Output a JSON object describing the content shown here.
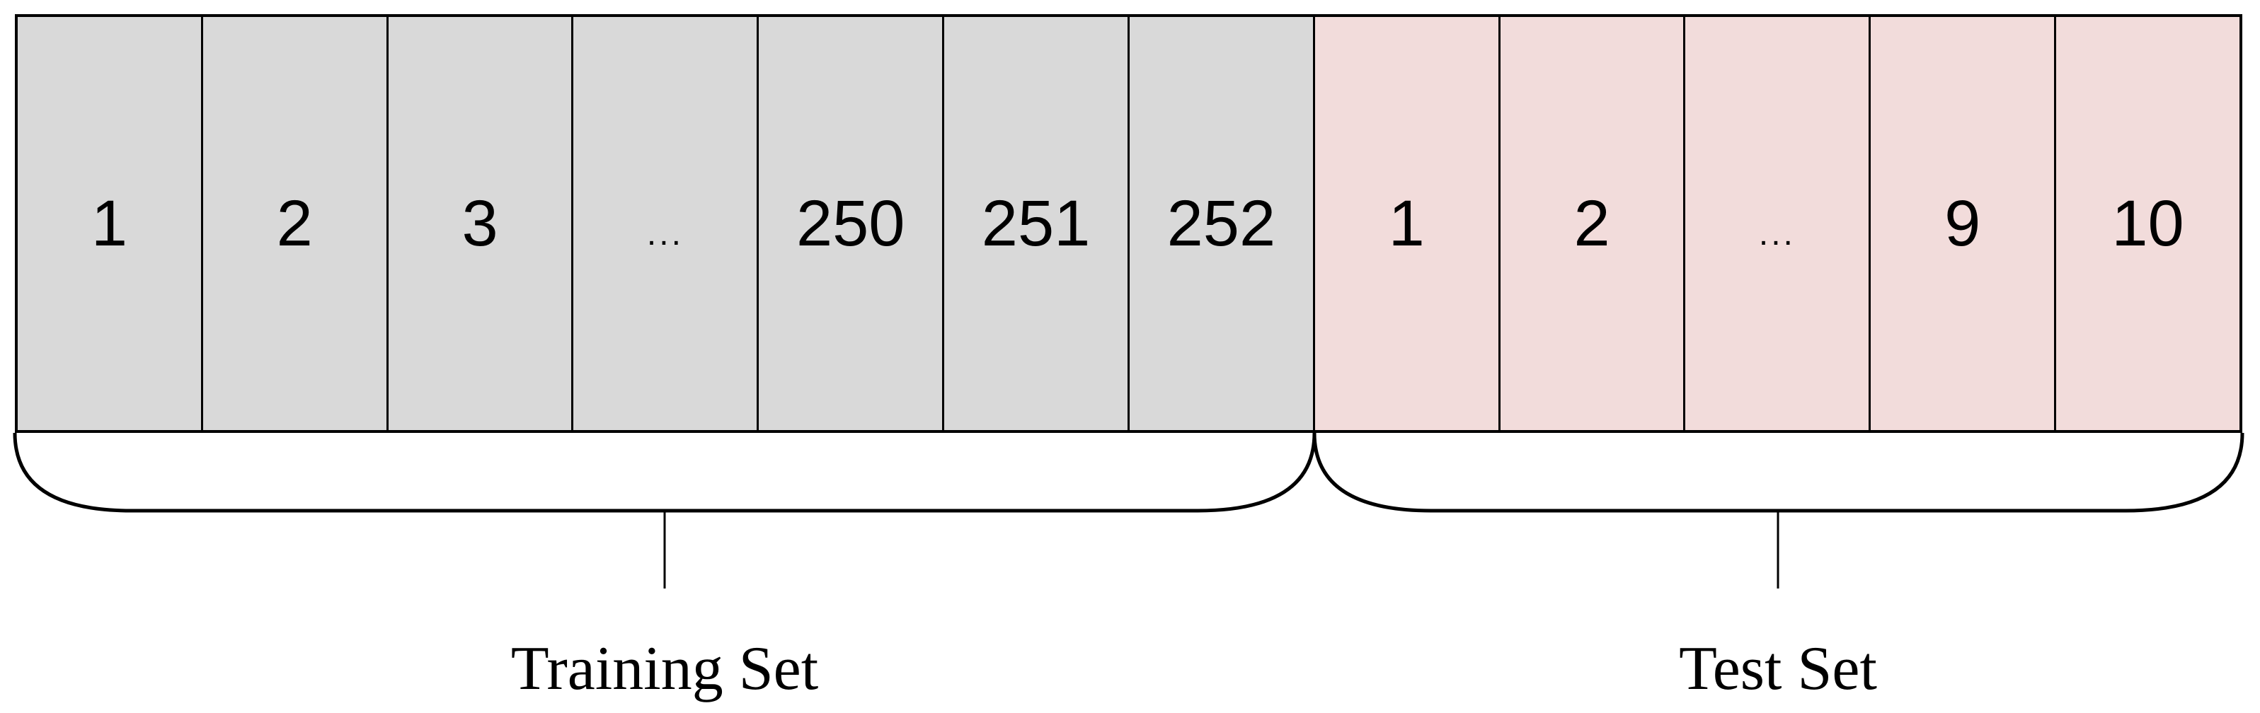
{
  "diagram": {
    "kind": "dataset-split-strip",
    "colors": {
      "training_fill": "#d9d9d9",
      "test_fill": "#f2dcdb",
      "line": "#000000",
      "background": "#ffffff"
    },
    "sets": [
      {
        "id": "training",
        "label": "Training Set",
        "cells": [
          "1",
          "2",
          "3",
          "...",
          "250",
          "251",
          "252"
        ]
      },
      {
        "id": "test",
        "label": "Test Set",
        "cells": [
          "1",
          "2",
          "...",
          "9",
          "10"
        ]
      }
    ]
  }
}
